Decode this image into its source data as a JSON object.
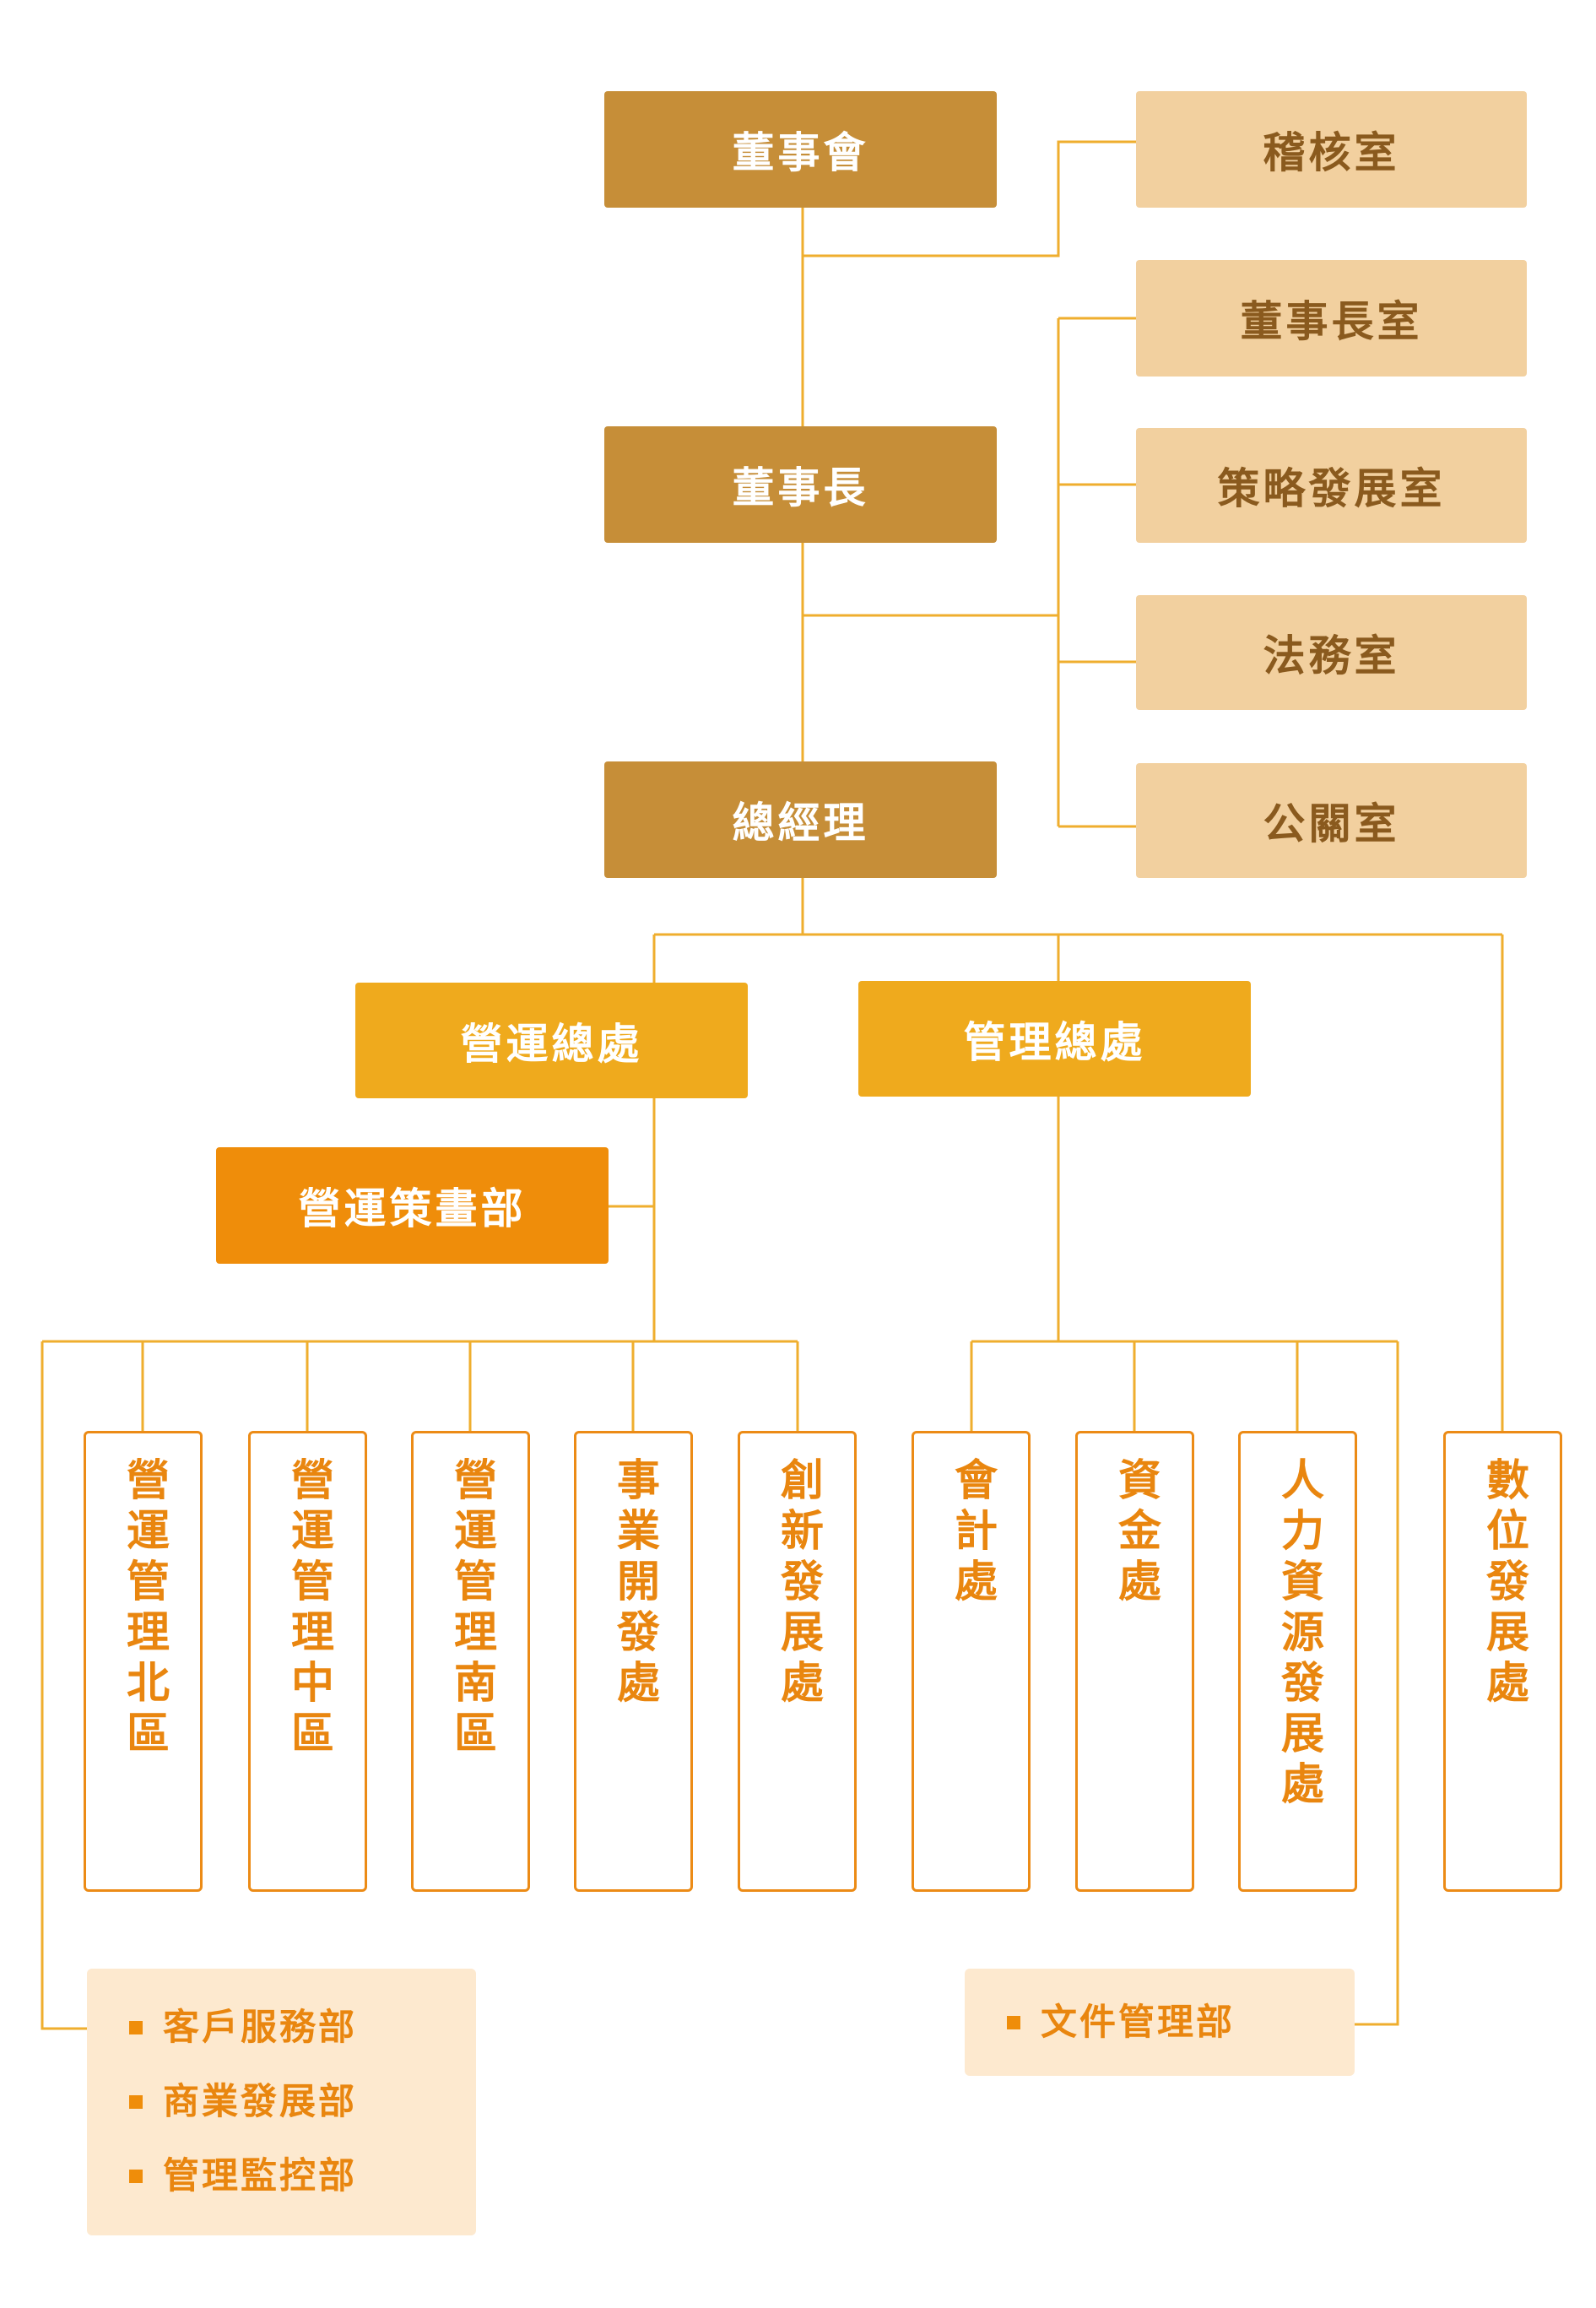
{
  "top": {
    "board": "董事會",
    "chairman": "董事長",
    "general_manager": "總經理"
  },
  "staff_offices": {
    "audit": "稽核室",
    "chairman_office": "董事長室",
    "strategy": "策略發展室",
    "legal": "法務室",
    "public_relations": "公關室"
  },
  "divisions": {
    "operations": "營運總處",
    "management": "管理總處",
    "operations_planning": "營運策畫部"
  },
  "units": [
    "營運管理北區",
    "營運管理中區",
    "營運管理南區",
    "事業開發處",
    "創新發展處",
    "會計處",
    "資金處",
    "人力資源發展處",
    "數位發展處"
  ],
  "operations_departments": [
    "客戶服務部",
    "商業發展部",
    "管理監控部"
  ],
  "management_departments": [
    "文件管理部"
  ],
  "colors": {
    "line": "#EFAE2E",
    "dark_box": "#C68E38",
    "light_box": "#F2D09F",
    "division_box": "#EFAA1D",
    "planning_box": "#EF8D0A",
    "unit_border": "#EC8B16",
    "note_bg": "#FDE9CF"
  }
}
